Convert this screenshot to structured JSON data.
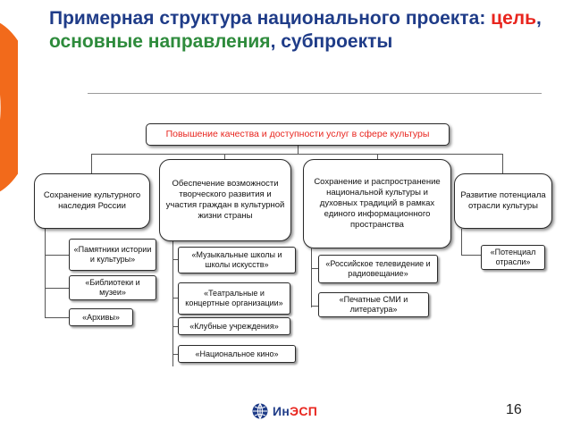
{
  "title": {
    "part1": "Примерная структура национального проекта: ",
    "part2": "цель",
    "part3": ", ",
    "part4": "основные направления",
    "part5": ", субпроекты"
  },
  "goal": "Повышение качества и доступности услуг в сфере культуры",
  "directions": [
    {
      "label": "Сохранение культурного наследия России",
      "subprojects": [
        "«Памятники истории и культуры»",
        "«Библиотеки и музеи»",
        "«Архивы»"
      ]
    },
    {
      "label": "Обеспечение возможности творческого развития и участия граждан в культурной жизни страны",
      "subprojects": [
        "«Музыкальные школы и школы искусств»",
        "«Театральные и концертные организации»",
        "«Клубные учреждения»",
        "«Национальное кино»"
      ]
    },
    {
      "label": "Сохранение и распространение национальной культуры и духовных традиций в рамках единого информационного пространства",
      "subprojects": [
        "«Российское телевидение и радиовещание»",
        "«Печатные СМИ и литература»"
      ]
    },
    {
      "label": "Развитие потенциала отрасли культуры",
      "subprojects": [
        "«Потенциал отрасли»"
      ]
    }
  ],
  "logo": {
    "part1": "Ин",
    "part2": "ЭСП"
  },
  "page_number": "16",
  "colors": {
    "title_blue": "#1f3c88",
    "accent_red": "#e8251e",
    "accent_green": "#2e8b3c",
    "accent_orange": "#f26a1b"
  }
}
